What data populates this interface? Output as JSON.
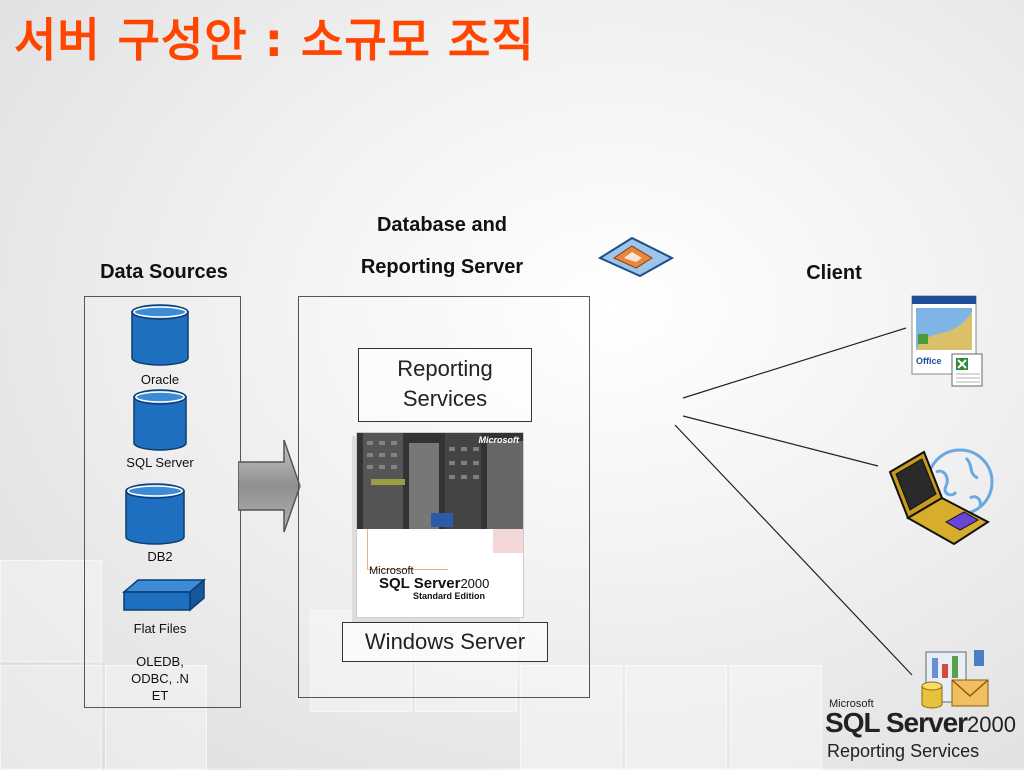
{
  "title": "서버 구성안 : 소규모 조직",
  "headings": {
    "data_sources": "Data Sources",
    "server_line1": "Database and",
    "server_line2": "Reporting Server",
    "client": "Client"
  },
  "data_sources": [
    {
      "label": "Oracle",
      "icon": "database-cylinder-icon"
    },
    {
      "label": "SQL Server",
      "icon": "database-cylinder-icon"
    },
    {
      "label": "DB2",
      "icon": "database-cylinder-icon"
    },
    {
      "label": "Flat Files",
      "icon": "flat-file-slab-icon"
    }
  ],
  "connectivity_line1": "OLEDB,",
  "connectivity_line2": "ODBC, .N",
  "connectivity_line3": "ET",
  "server": {
    "reporting_line1": "Reporting",
    "reporting_line2": "Services",
    "sql_box": {
      "brand": "Microsoft",
      "product": "SQL Server",
      "version": "2000",
      "edition": "Standard Edition"
    },
    "os": "Windows Server"
  },
  "clients": [
    {
      "icon": "office-xp-excel-icon"
    },
    {
      "icon": "laptop-globe-icon"
    },
    {
      "icon": "reporting-services-icon"
    }
  ],
  "logo": {
    "brand": "Microsoft",
    "product": "SQL Server",
    "version": "2000",
    "subtitle": "Reporting Services"
  },
  "colors": {
    "title": "#ff4500",
    "cylinder": "#1f6fc1",
    "cylinder_top": "#3d8ad6",
    "arrow": "#9a9a9a"
  }
}
